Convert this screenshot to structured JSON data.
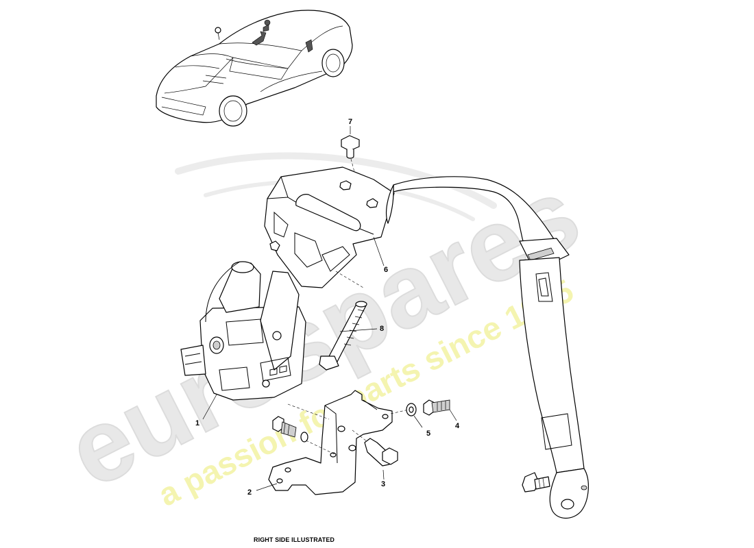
{
  "watermark": {
    "brand": "eurospares",
    "tagline": "a passion for parts since 1985",
    "brand_color": "#e6e6e6",
    "tagline_color": "#f3f3a6"
  },
  "callouts": [
    "1",
    "2",
    "3",
    "4",
    "5",
    "6",
    "7",
    "8"
  ],
  "caption": "RIGHT SIDE ILLUSTRATED"
}
